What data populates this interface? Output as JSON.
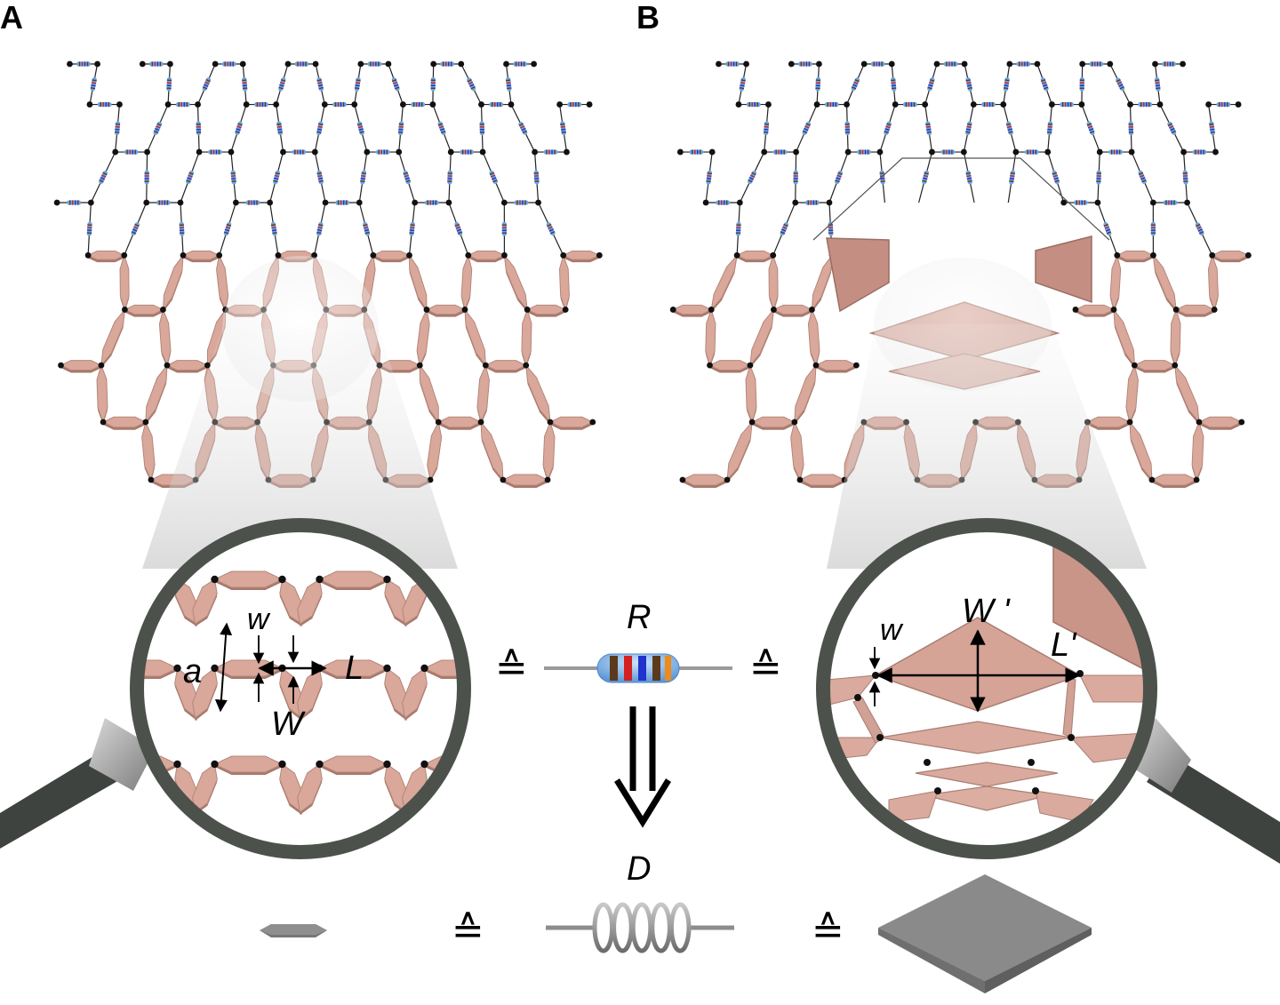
{
  "panels": {
    "a": {
      "label": "A"
    },
    "b": {
      "label": "B"
    }
  },
  "symbols": {
    "a": "a",
    "w_left": "w",
    "W": "W",
    "L": "L",
    "R": "R",
    "D": "D",
    "w_right": "w",
    "W_prime": "W '",
    "L_prime": "L'",
    "equiv": "≙"
  },
  "colors": {
    "rod": "#d9a89b",
    "rod_edge": "#b4877b",
    "rod_side": "#a8786b",
    "node": "#111111",
    "wire": "#222222",
    "glass_frame": "#4c514c",
    "handle": "#3f433f",
    "gray_shape": "#8a8a8a",
    "resistor_body": "#6aa6e6",
    "resistor_bands": [
      "#5b3a1c",
      "#d42020",
      "#2033cc",
      "#5b3a1c",
      "#f08a18"
    ]
  },
  "icons": {
    "resistor": "resistor-icon",
    "spring": "coil-spring-icon",
    "magnifier": "magnifier-icon"
  }
}
